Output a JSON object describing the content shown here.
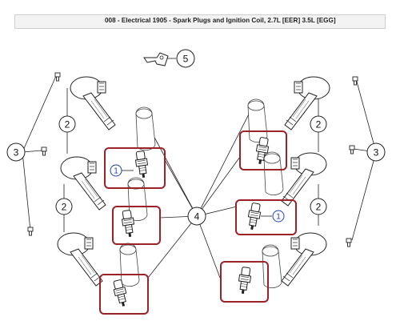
{
  "header": {
    "title": "008 - Electrical 1905 - Spark Plugs and Ignition Coil, 2.7L [EER] 3.5L [EGG]"
  },
  "callouts": {
    "c1": "1",
    "c2": "2",
    "c3": "3",
    "c4": "4",
    "c5": "5"
  },
  "colors": {
    "highlight_box": "#9b2226",
    "callout_blue": "#1a3fb3",
    "line": "#222222"
  }
}
